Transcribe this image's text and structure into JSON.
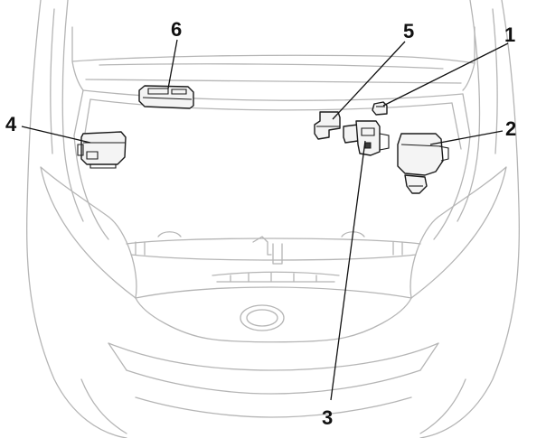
{
  "callouts": [
    {
      "id": "1",
      "label": "1"
    },
    {
      "id": "2",
      "label": "2"
    },
    {
      "id": "3",
      "label": "3"
    },
    {
      "id": "4",
      "label": "4"
    },
    {
      "id": "5",
      "label": "5"
    },
    {
      "id": "6",
      "label": "6"
    }
  ],
  "colors": {
    "line_art": "#b5b5b5",
    "component_stroke": "#1a1a1a",
    "background": "#ffffff"
  }
}
